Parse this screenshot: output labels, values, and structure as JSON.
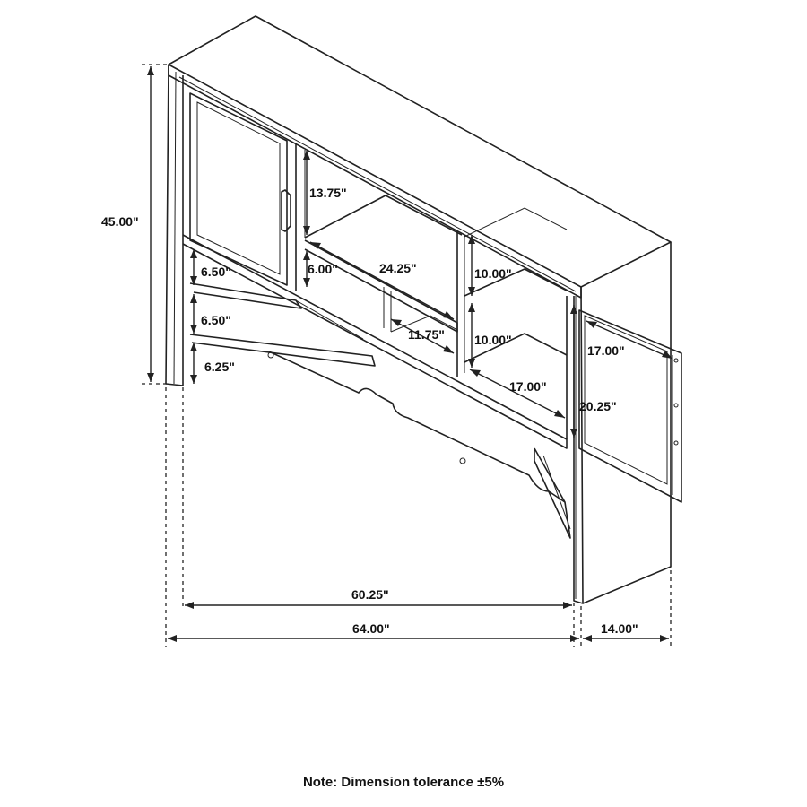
{
  "dimensions": {
    "total_height": "45.00\"",
    "inner_width": "60.25\"",
    "total_width": "64.00\"",
    "depth": "14.00\"",
    "upper_compartment_height": "13.75\"",
    "left_upper_gap": "6.50\"",
    "left_lower_gap": "6.50\"",
    "left_bottom_gap": "6.25\"",
    "center_opening_height": "6.00\"",
    "center_shelf_width": "24.25\"",
    "center_lower_width": "11.75\"",
    "right_upper_height": "10.00\"",
    "right_lower_height": "10.00\"",
    "right_shelf_width": "17.00\"",
    "door_width": "17.00\"",
    "door_height": "20.25\""
  },
  "note": "Note: Dimension tolerance ±5%"
}
